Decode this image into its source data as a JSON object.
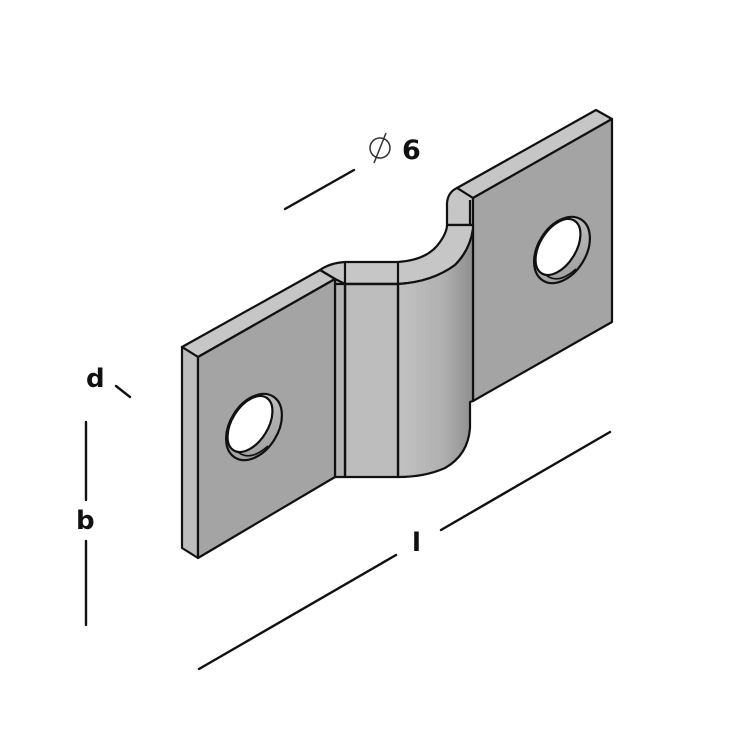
{
  "figure": {
    "title": "Z-shaped mounting bracket (isometric technical drawing)",
    "colors": {
      "background": "#ffffff",
      "outline": "#111111",
      "face_dark": "#a4a4a4",
      "face_light": "#bdbdbd",
      "edge_light": "#c6c6c6",
      "hole_inner": "#ffffff"
    }
  },
  "dimensions": {
    "hole_diameter": {
      "symbol": "⌀",
      "value": "6"
    },
    "thickness": {
      "label": "d"
    },
    "width": {
      "label": "b"
    },
    "length": {
      "label": "l"
    }
  }
}
